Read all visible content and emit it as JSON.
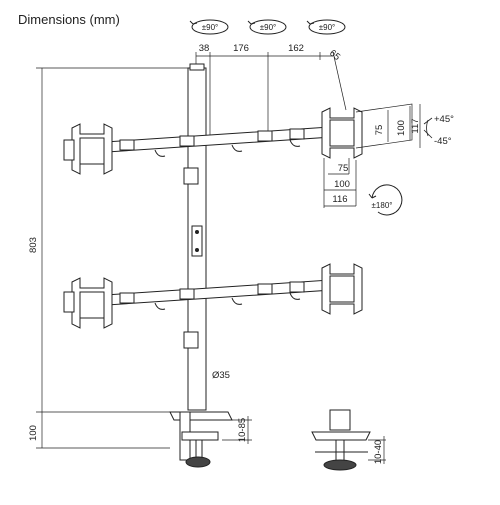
{
  "title": "Dimensions (mm)",
  "rotation": {
    "swivel_1": "±90°",
    "swivel_2": "±90°",
    "swivel_3": "±90°",
    "rotate": "±180°",
    "tilt_up": "+45°",
    "tilt_down": "-45°"
  },
  "dimensions": {
    "pole_offset": "38",
    "arm_seg_1": "176",
    "arm_seg_2": "162",
    "head_offset": "65",
    "total_height": "803",
    "base_height": "100",
    "vesa_75_v": "75",
    "vesa_100_v": "100",
    "plate_height": "117",
    "vesa_75_h": "75",
    "vesa_100_h": "100",
    "plate_width": "116",
    "pole_diameter": "Ø35",
    "clamp_range": "10-85",
    "grommet_range": "10-40"
  }
}
